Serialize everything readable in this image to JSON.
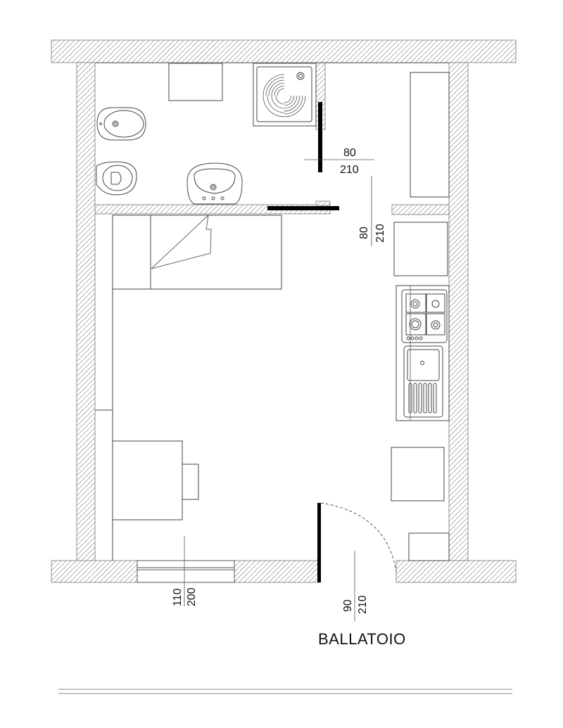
{
  "plan": {
    "type": "floor-plan",
    "area_label": "BALLATOIO",
    "colors": {
      "wall_hatch": "#8a8a8a",
      "line": "#555555",
      "door_leaf": "#000000",
      "background": "#ffffff"
    },
    "doors": [
      {
        "name": "bathroom-door",
        "width": "80",
        "height": "210"
      },
      {
        "name": "kitchen-door",
        "width": "80",
        "height": "210"
      },
      {
        "name": "entrance-door",
        "width": "90",
        "height": "210"
      }
    ],
    "windows": [
      {
        "name": "front-window",
        "width": "110",
        "height": "200"
      }
    ],
    "fixtures": {
      "bathroom": [
        "bidet",
        "toilet",
        "washbasin",
        "shower-tray",
        "cabinet"
      ],
      "kitchen": [
        "tall-cabinet",
        "fridge",
        "gas-hob-4-burners",
        "sink-with-drainer",
        "base-unit"
      ],
      "living": [
        "sofa-bed",
        "table",
        "chair",
        "wardrobe"
      ]
    }
  },
  "dims": {
    "d1_top": "80",
    "d1_bottom": "210",
    "d2_top": "80",
    "d2_bottom": "210",
    "d3_top": "110",
    "d3_bottom": "200",
    "d4_top": "90",
    "d4_bottom": "210"
  }
}
